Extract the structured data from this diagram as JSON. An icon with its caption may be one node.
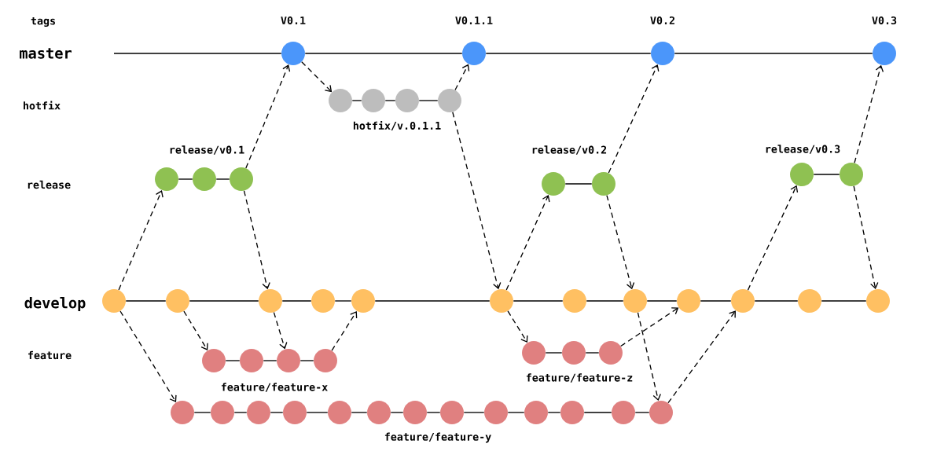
{
  "diagram": {
    "nodes": [
      {
        "text": [],
        "shape": "circle",
        "beside": [
          "V0.1"
        ]
      },
      {
        "text": [],
        "shape": "circle",
        "beside": [
          "V0.1.1"
        ]
      },
      {
        "text": [],
        "shape": "circle",
        "beside": [
          "V0.2"
        ]
      },
      {
        "text": [],
        "shape": "circle",
        "beside": [
          "V0.3"
        ]
      },
      {
        "text": [],
        "shape": "circle"
      },
      {
        "text": [],
        "shape": "circle"
      },
      {
        "text": [],
        "shape": "circle"
      },
      {
        "text": [],
        "shape": "circle"
      },
      {
        "text": [],
        "shape": "circle"
      },
      {
        "text": [],
        "shape": "circle"
      },
      {
        "text": [],
        "shape": "circle"
      },
      {
        "text": [],
        "shape": "circle"
      },
      {
        "text": [],
        "shape": "circle"
      },
      {
        "text": [],
        "shape": "circle"
      },
      {
        "text": [],
        "shape": "circle"
      },
      {
        "text": [],
        "shape": "circle"
      },
      {
        "text": [],
        "shape": "circle"
      },
      {
        "text": [],
        "shape": "circle"
      },
      {
        "text": [],
        "shape": "circle"
      },
      {
        "text": [],
        "shape": "circle"
      },
      {
        "text": [],
        "shape": "circle"
      },
      {
        "text": [],
        "shape": "circle"
      },
      {
        "text": [],
        "shape": "circle"
      },
      {
        "text": [],
        "shape": "circle"
      },
      {
        "text": [],
        "shape": "circle"
      },
      {
        "text": [],
        "shape": "circle"
      },
      {
        "text": [],
        "shape": "circle"
      },
      {
        "text": [],
        "shape": "circle"
      },
      {
        "text": [],
        "shape": "circle"
      },
      {
        "text": [],
        "shape": "circle"
      },
      {
        "text": [],
        "shape": "circle"
      },
      {
        "text": [],
        "shape": "circle"
      },
      {
        "text": [],
        "shape": "circle"
      },
      {
        "text": [],
        "shape": "circle"
      },
      {
        "text": [],
        "shape": "circle"
      },
      {
        "text": [],
        "shape": "circle"
      },
      {
        "text": [],
        "shape": "circle"
      },
      {
        "text": [],
        "shape": "circle"
      },
      {
        "text": [],
        "shape": "circle"
      },
      {
        "text": [],
        "shape": "circle"
      },
      {
        "text": [],
        "shape": "circle"
      },
      {
        "text": [],
        "shape": "circle"
      },
      {
        "text": [],
        "shape": "circle"
      },
      {
        "text": [],
        "shape": "circle"
      },
      {
        "text": [],
        "shape": "circle"
      },
      {
        "text": [],
        "shape": "circle"
      },
      {
        "text": [],
        "shape": "circle"
      }
    ],
    "edges": [
      {
        "from": null,
        "to": 0,
        "arrow": "none"
      },
      {
        "from": 0,
        "to": 1,
        "arrow": "none"
      },
      {
        "from": 1,
        "to": 2,
        "arrow": "none"
      },
      {
        "from": 2,
        "to": 3,
        "arrow": "none"
      },
      {
        "from": 4,
        "to": 5,
        "arrow": "none"
      },
      {
        "from": 5,
        "to": 6,
        "arrow": "none"
      },
      {
        "from": 6,
        "to": 7,
        "arrow": "none"
      },
      {
        "from": 8,
        "to": 9,
        "arrow": "none"
      },
      {
        "from": 9,
        "to": 10,
        "arrow": "none"
      },
      {
        "from": 11,
        "to": 12,
        "arrow": "none"
      },
      {
        "from": 13,
        "to": 14,
        "arrow": "none"
      },
      {
        "from": 15,
        "to": 16,
        "arrow": "none"
      },
      {
        "from": 16,
        "to": 17,
        "arrow": "none"
      },
      {
        "from": 17,
        "to": 18,
        "arrow": "none"
      },
      {
        "from": 18,
        "to": 19,
        "arrow": "none"
      },
      {
        "from": 19,
        "to": 20,
        "arrow": "none"
      },
      {
        "from": 20,
        "to": 21,
        "arrow": "none"
      },
      {
        "from": 21,
        "to": 22,
        "arrow": "none"
      },
      {
        "from": 22,
        "to": 23,
        "arrow": "none"
      },
      {
        "from": 23,
        "to": 24,
        "arrow": "none"
      },
      {
        "from": 24,
        "to": 25,
        "arrow": "none"
      },
      {
        "from": 25,
        "to": 26,
        "arrow": "none"
      },
      {
        "from": 27,
        "to": 28,
        "arrow": "none"
      },
      {
        "from": 28,
        "to": 29,
        "arrow": "none"
      },
      {
        "from": 29,
        "to": 30,
        "arrow": "none"
      },
      {
        "from": 31,
        "to": 32,
        "arrow": "none"
      },
      {
        "from": 32,
        "to": 33,
        "arrow": "none"
      },
      {
        "from": 34,
        "to": 35,
        "arrow": "none"
      },
      {
        "from": 35,
        "to": 36,
        "arrow": "none"
      },
      {
        "from": 36,
        "to": 37,
        "arrow": "none"
      },
      {
        "from": 37,
        "to": 38,
        "arrow": "none"
      },
      {
        "from": 38,
        "to": 39,
        "arrow": "none"
      },
      {
        "from": 39,
        "to": 40,
        "arrow": "none"
      },
      {
        "from": 40,
        "to": 41,
        "arrow": "none"
      },
      {
        "from": 41,
        "to": 42,
        "arrow": "none"
      },
      {
        "from": 42,
        "to": 43,
        "arrow": "none"
      },
      {
        "from": 43,
        "to": 44,
        "arrow": "none"
      },
      {
        "from": 44,
        "to": 45,
        "arrow": "none"
      },
      {
        "from": 45,
        "to": 46,
        "arrow": "none"
      },
      {
        "from": 15,
        "to": 8,
        "arrow": "to",
        "style": "dashed"
      },
      {
        "from": 15,
        "to": 34,
        "arrow": "to",
        "style": "dashed"
      },
      {
        "from": 16,
        "to": 27,
        "arrow": "to",
        "style": "dashed"
      },
      {
        "from": 10,
        "to": 0,
        "arrow": "to",
        "style": "dashed"
      },
      {
        "from": 10,
        "to": 17,
        "arrow": "to",
        "style": "dashed"
      },
      {
        "from": 17,
        "to": 29,
        "arrow": "to",
        "style": "dashed"
      },
      {
        "from": 30,
        "to": 19,
        "arrow": "to",
        "style": "dashed"
      },
      {
        "from": 0,
        "to": 4,
        "arrow": "to",
        "style": "dashed"
      },
      {
        "from": 7,
        "to": 1,
        "arrow": "to",
        "style": "dashed"
      },
      {
        "from": 7,
        "to": 20,
        "arrow": "to",
        "style": "dashed"
      },
      {
        "from": 20,
        "to": 11,
        "arrow": "to",
        "style": "dashed"
      },
      {
        "from": 20,
        "to": 31,
        "arrow": "to",
        "style": "dashed"
      },
      {
        "from": 12,
        "to": 2,
        "arrow": "to",
        "style": "dashed"
      },
      {
        "from": 12,
        "to": 22,
        "arrow": "to",
        "style": "dashed"
      },
      {
        "from": 33,
        "to": 23,
        "arrow": "to",
        "style": "dashed"
      },
      {
        "from": 22,
        "to": 46,
        "arrow": "to",
        "style": "dashed"
      },
      {
        "from": 46,
        "to": 24,
        "arrow": "to",
        "style": "dashed"
      },
      {
        "from": 24,
        "to": 13,
        "arrow": "to",
        "style": "dashed"
      },
      {
        "from": 14,
        "to": 3,
        "arrow": "to",
        "style": "dashed"
      },
      {
        "from": 14,
        "to": 26,
        "arrow": "to",
        "style": "dashed"
      }
    ],
    "labels": [
      "tags",
      "master",
      "hotfix",
      "hotfix/v.0.1.1",
      "release/v0.1",
      "release/v0.2",
      "release/v0.3",
      "release",
      "develop",
      "feature",
      "feature/feature-z",
      "feature/feature-x",
      "feature/feature-y"
    ]
  }
}
